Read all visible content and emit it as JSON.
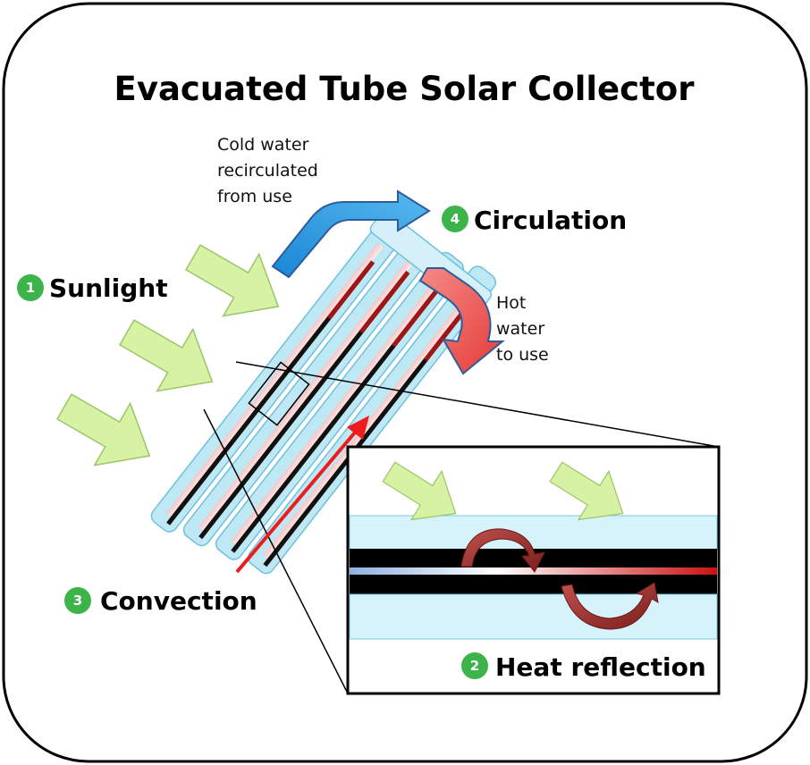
{
  "title": "Evacuated Tube Solar Collector",
  "steps": [
    {
      "number": "1",
      "label": "Sunlight"
    },
    {
      "number": "2",
      "label": "Heat reflection"
    },
    {
      "number": "3",
      "label": "Convection"
    },
    {
      "number": "4",
      "label": "Circulation"
    }
  ],
  "annotations": {
    "cold_water": [
      "Cold water",
      "recirculated",
      "from use"
    ],
    "hot_water": [
      "Hot",
      "water",
      "to use"
    ]
  },
  "colors": {
    "step_badge": "#3cb44a",
    "sun_arrow": "#d6f2a3",
    "tube_glass": "#bfe8f5",
    "hot_arrow": "#e8514d",
    "cold_arrow": "#1f8fd8",
    "convection_arrow": "#ee1c1c"
  }
}
